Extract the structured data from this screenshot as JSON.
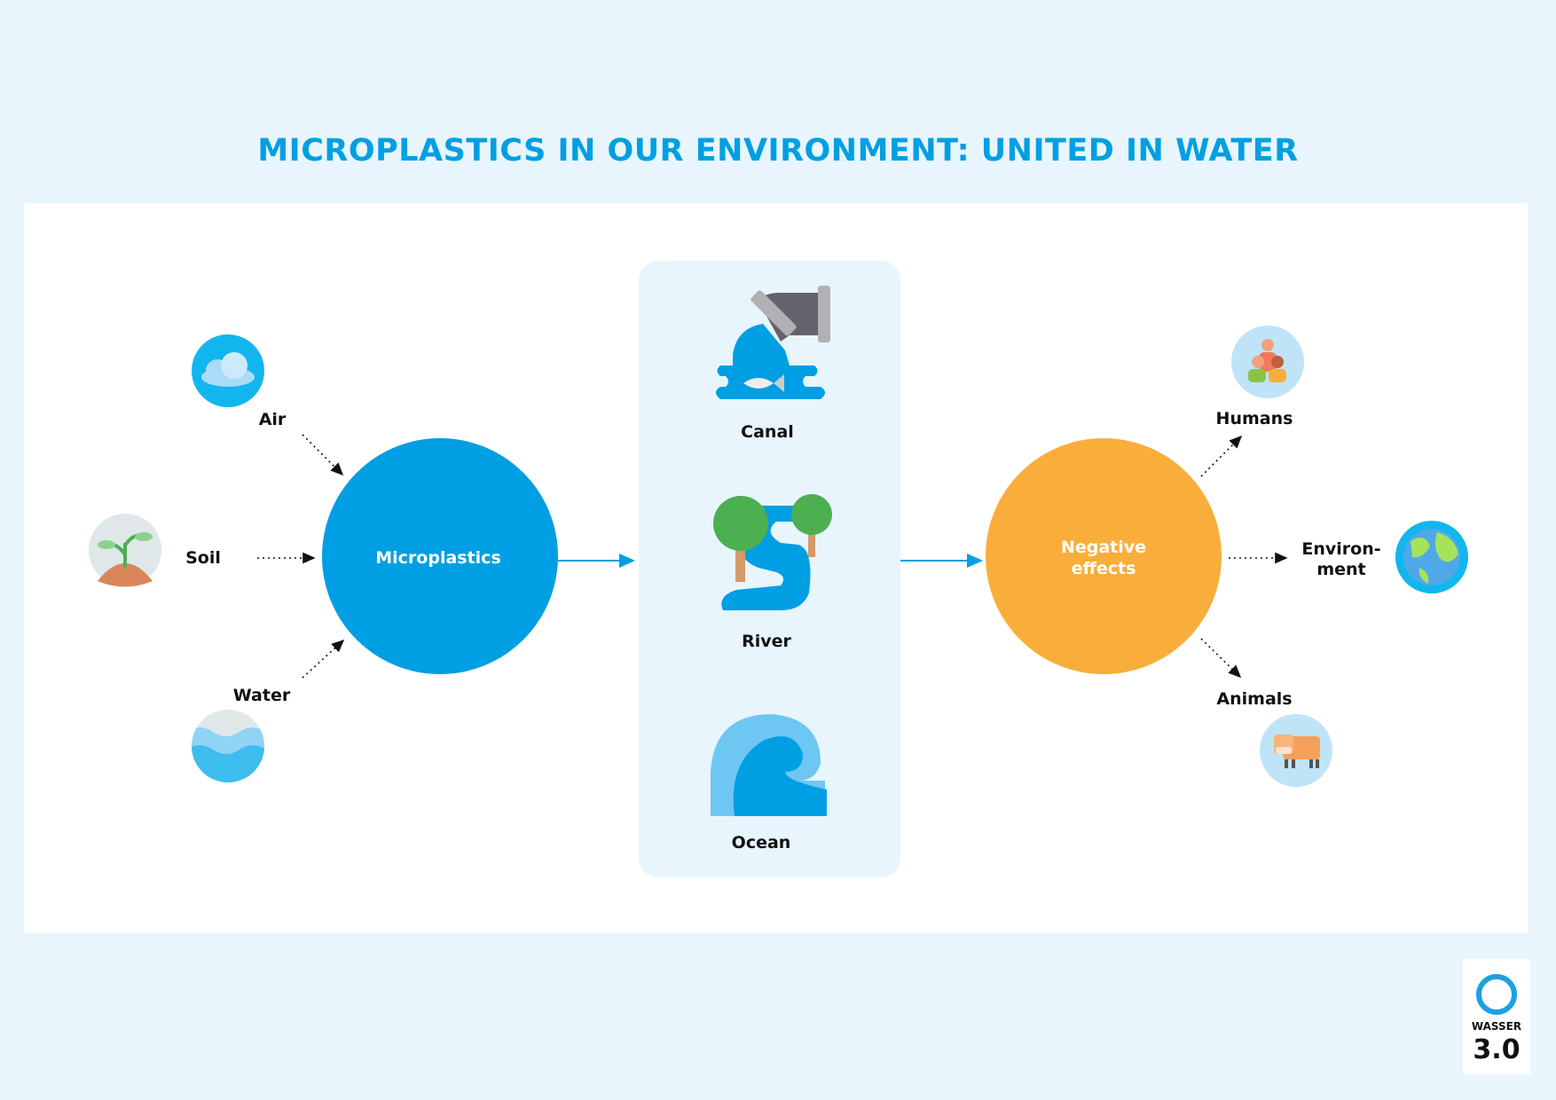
{
  "title": "MICROPLASTICS IN OUR ENVIRONMENT: UNITED IN WATER",
  "sources": [
    {
      "label": "Air",
      "icon": "cloud-icon"
    },
    {
      "label": "Soil",
      "icon": "sprout-icon"
    },
    {
      "label": "Water",
      "icon": "waves-icon"
    }
  ],
  "hub": {
    "label": "Microplastics",
    "color": "#009fe3"
  },
  "waterways": [
    {
      "label": "Canal",
      "icon": "pipe-outflow-icon"
    },
    {
      "label": "River",
      "icon": "river-icon"
    },
    {
      "label": "Ocean",
      "icon": "wave-icon"
    }
  ],
  "effects": {
    "label_line1": "Negative",
    "label_line2": "effects",
    "color": "#f9ae3b"
  },
  "targets": [
    {
      "label": "Humans",
      "icon": "people-icon"
    },
    {
      "label_line1": "Environ-",
      "label_line2": "ment",
      "icon": "globe-icon"
    },
    {
      "label": "Animals",
      "icon": "cow-icon"
    }
  ],
  "logo": {
    "word": "WASSER",
    "version": "3.0"
  }
}
